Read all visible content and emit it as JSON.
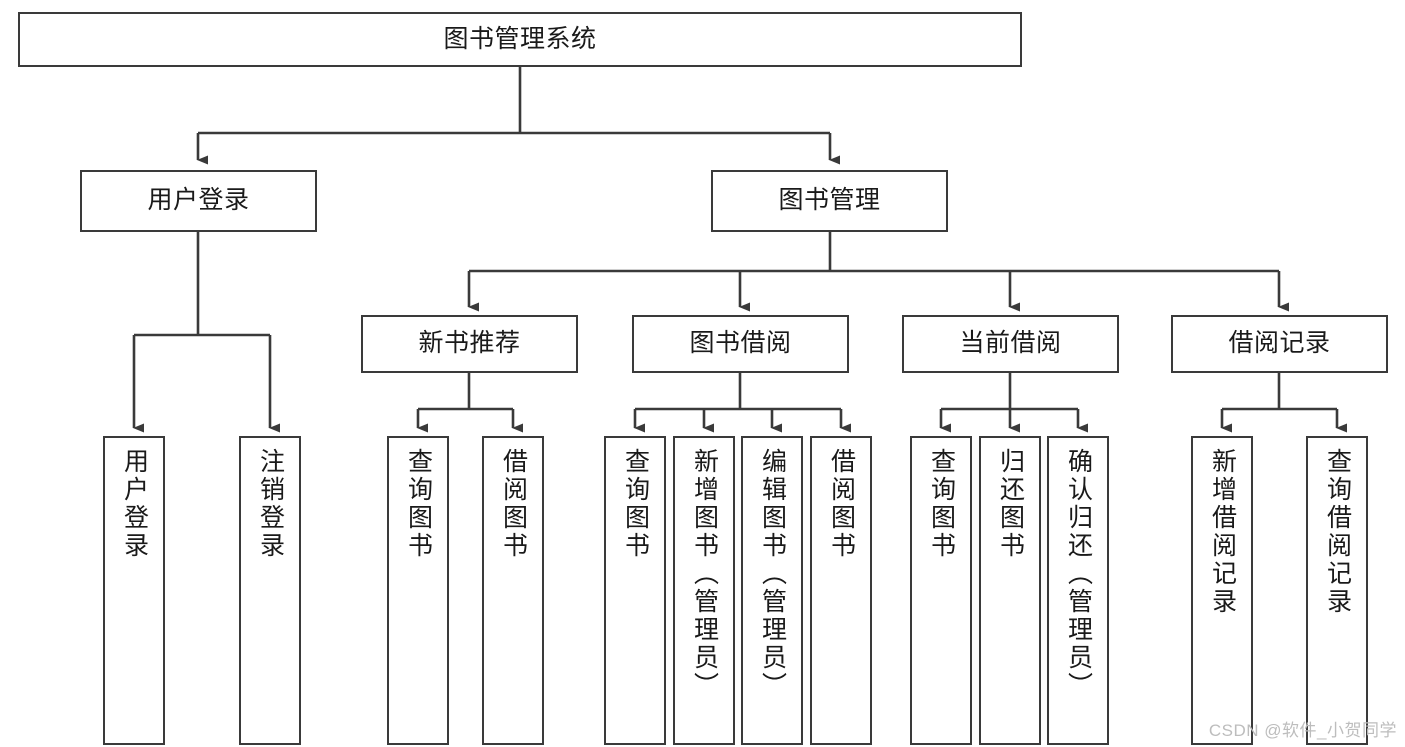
{
  "diagram": {
    "title": "图书管理系统",
    "type": "tree",
    "watermark": "CSDN @软件_小贺同学",
    "colors": {
      "box_border": "#3a3a3a",
      "box_fill": "#ffffff",
      "edge": "#3a3a3a",
      "text": "#1a1a1a",
      "watermark": "#bdbdbd",
      "background": "#ffffff"
    },
    "nodes": {
      "root": {
        "label": "图书管理系统"
      },
      "level2": [
        {
          "id": "user-login",
          "label": "用户登录"
        },
        {
          "id": "book-management",
          "label": "图书管理"
        }
      ],
      "level3": [
        {
          "id": "new-book-recommend",
          "label": "新书推荐"
        },
        {
          "id": "book-borrow",
          "label": "图书借阅"
        },
        {
          "id": "current-borrow",
          "label": "当前借阅"
        },
        {
          "id": "borrow-record",
          "label": "借阅记录"
        }
      ],
      "leaves": {
        "user-login": [
          {
            "id": "leaf-user-login",
            "label": "用户登录"
          },
          {
            "id": "leaf-logout",
            "label": "注销登录"
          }
        ],
        "new-book-recommend": [
          {
            "id": "leaf-query-book-1",
            "label": "查询图书"
          },
          {
            "id": "leaf-borrow-book-1",
            "label": "借阅图书"
          }
        ],
        "book-borrow": [
          {
            "id": "leaf-query-book-2",
            "label": "查询图书"
          },
          {
            "id": "leaf-add-book",
            "label": "新增图书（管理员）"
          },
          {
            "id": "leaf-edit-book",
            "label": "编辑图书（管理员）"
          },
          {
            "id": "leaf-borrow-book-2",
            "label": "借阅图书"
          }
        ],
        "current-borrow": [
          {
            "id": "leaf-query-book-3",
            "label": "查询图书"
          },
          {
            "id": "leaf-return-book",
            "label": "归还图书"
          },
          {
            "id": "leaf-confirm-return",
            "label": "确认归还（管理员）"
          }
        ],
        "borrow-record": [
          {
            "id": "leaf-add-record",
            "label": "新增借阅记录"
          },
          {
            "id": "leaf-query-record",
            "label": "查询借阅记录"
          }
        ]
      }
    }
  }
}
